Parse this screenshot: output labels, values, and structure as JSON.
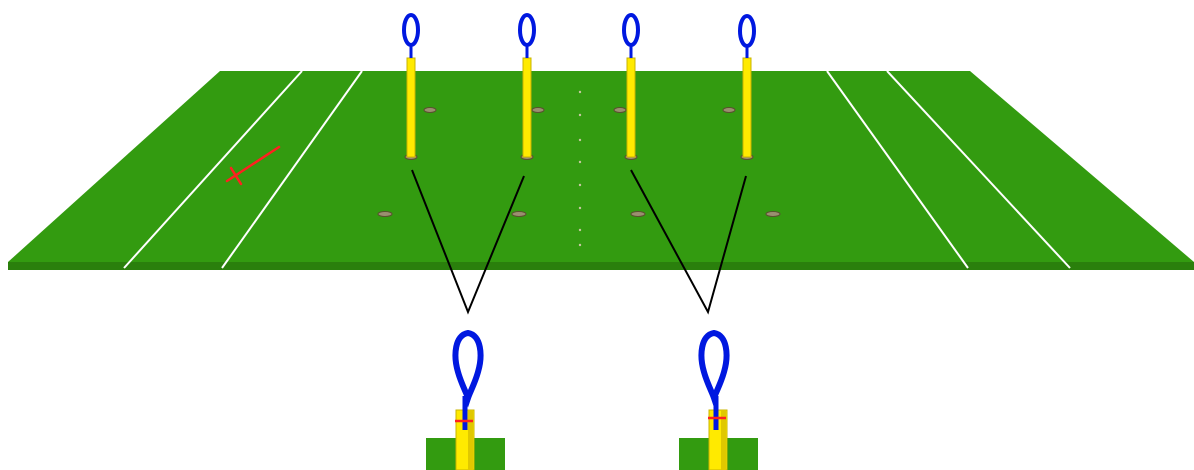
{
  "colors": {
    "field": "#339b10",
    "field_edge": "#2a7f0c",
    "line": "#ffffff",
    "post": "#ffea00",
    "post_shade": "#c8b400",
    "ring": "#0018e0",
    "base_hole": "#9a8f70",
    "mark": "#ff2020",
    "connector": "#000000",
    "background": "#ffffff"
  },
  "field": {
    "posts_per_end": 2,
    "ends": 2
  },
  "detail_views": {
    "count": 2
  },
  "icons": {
    "goal_post": "goal-post-icon",
    "hoop": "hoop-ring-icon",
    "marker": "x-mark-icon"
  }
}
